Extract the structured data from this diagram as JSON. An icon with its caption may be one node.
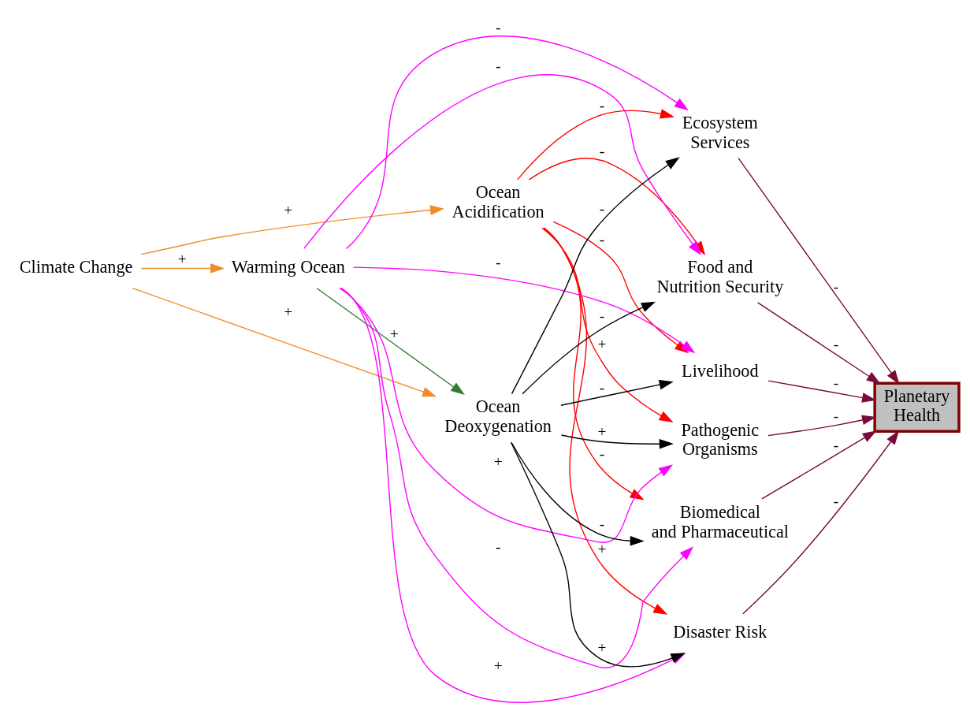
{
  "diagram": {
    "nodes": [
      {
        "text": [
          "Climate Change"
        ]
      },
      {
        "text": [
          "Ocean Acidification"
        ]
      },
      {
        "text": [
          "Warming Ocean"
        ]
      },
      {
        "text": [
          "Ocean Deoxygenation"
        ]
      },
      {
        "text": [
          "Ecosystem Services"
        ]
      },
      {
        "text": [
          "Food and Nutrition Security"
        ]
      },
      {
        "text": [
          "Livelihood"
        ]
      },
      {
        "text": [
          "Pathogenic Organisms"
        ]
      },
      {
        "text": [
          "Biomedical and Pharmaceutical"
        ]
      },
      {
        "text": [
          "Disaster Risk"
        ]
      },
      {
        "text": [
          "Planetary Health"
        ]
      }
    ],
    "edges": [
      {
        "from": 0,
        "to": 1,
        "arrow": "to",
        "label": "+",
        "color": "#f28c28"
      },
      {
        "from": 0,
        "to": 2,
        "arrow": "to",
        "label": "+",
        "color": "#f28c28"
      },
      {
        "from": 0,
        "to": 3,
        "arrow": "to",
        "label": "+",
        "color": "#f28c28"
      },
      {
        "from": 2,
        "to": 3,
        "arrow": "to",
        "label": "+",
        "color": "#2e7d32"
      },
      {
        "from": 1,
        "to": 4,
        "arrow": "to",
        "label": "-",
        "color": "#ff0000"
      },
      {
        "from": 1,
        "to": 5,
        "arrow": "to",
        "label": "-",
        "color": "#ff0000"
      },
      {
        "from": 1,
        "to": 6,
        "arrow": "to",
        "label": "-",
        "color": "#ff0000"
      },
      {
        "from": 1,
        "to": 7,
        "arrow": "to",
        "label": "+",
        "color": "#ff0000"
      },
      {
        "from": 1,
        "to": 8,
        "arrow": "to",
        "label": "-",
        "color": "#ff0000"
      },
      {
        "from": 1,
        "to": 9,
        "arrow": "to",
        "label": "+",
        "color": "#ff0000"
      },
      {
        "from": 2,
        "to": 4,
        "arrow": "to",
        "label": "-",
        "color": "#ff00ff"
      },
      {
        "from": 2,
        "to": 5,
        "arrow": "to",
        "label": "-",
        "color": "#ff00ff"
      },
      {
        "from": 2,
        "to": 6,
        "arrow": "to",
        "label": "-",
        "color": "#ff00ff"
      },
      {
        "from": 2,
        "to": 7,
        "arrow": "to",
        "label": "+",
        "color": "#ff00ff"
      },
      {
        "from": 2,
        "to": 8,
        "arrow": "to",
        "label": "-",
        "color": "#ff00ff"
      },
      {
        "from": 2,
        "to": 9,
        "arrow": "to",
        "label": "+",
        "color": "#ff00ff"
      },
      {
        "from": 3,
        "to": 4,
        "arrow": "to",
        "label": "-",
        "color": "#000000"
      },
      {
        "from": 3,
        "to": 5,
        "arrow": "to",
        "label": "-",
        "color": "#000000"
      },
      {
        "from": 3,
        "to": 6,
        "arrow": "to",
        "label": "-",
        "color": "#000000"
      },
      {
        "from": 3,
        "to": 7,
        "arrow": "to",
        "label": "+",
        "color": "#000000"
      },
      {
        "from": 3,
        "to": 8,
        "arrow": "to",
        "label": "-",
        "color": "#000000"
      },
      {
        "from": 3,
        "to": 9,
        "arrow": "to",
        "label": "+",
        "color": "#000000"
      },
      {
        "from": 4,
        "to": 10,
        "arrow": "to",
        "label": "-",
        "color": "#7a0a3a"
      },
      {
        "from": 5,
        "to": 10,
        "arrow": "to",
        "label": "-",
        "color": "#7a0a3a"
      },
      {
        "from": 6,
        "to": 10,
        "arrow": "to",
        "label": "-",
        "color": "#7a0a3a"
      },
      {
        "from": 7,
        "to": 10,
        "arrow": "to",
        "label": "-",
        "color": "#7a0a3a"
      },
      {
        "from": 8,
        "to": 10,
        "arrow": "to",
        "label": "-",
        "color": "#7a0a3a"
      },
      {
        "from": 9,
        "to": 10,
        "arrow": "to",
        "label": "-",
        "color": "#7a0a3a"
      }
    ]
  }
}
